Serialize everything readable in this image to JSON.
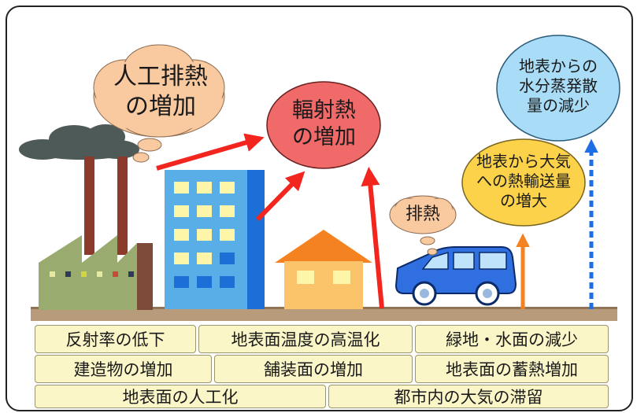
{
  "bubbles": {
    "artificial_heat": {
      "line1": "人工排熱",
      "line2": "の増加",
      "color": "#f9c9a0"
    },
    "radiant_heat": {
      "line1": "輻射熱",
      "line2": "の増加",
      "color": "#f06a6a"
    },
    "exhaust": {
      "text": "排熱",
      "color": "#f9c9a0"
    },
    "heat_transport": {
      "line1": "地表から大気",
      "line2": "への熱輸送量",
      "line3": "の増大",
      "color": "#fbd24a"
    },
    "evaporation": {
      "line1": "地表からの",
      "line2": "水分蒸発散",
      "line3": "量の減少",
      "color": "#a9dcf6"
    }
  },
  "labels": {
    "row1": [
      "反射率の低下",
      "地表面温度の高温化",
      "緑地・水面の減少"
    ],
    "row2": [
      "建造物の増加",
      "舗装面の増加",
      "地表面の蓄熱増加"
    ],
    "row3": [
      "地表面の人工化",
      "都市内の大気の滞留"
    ]
  },
  "colors": {
    "arrow_red": "#f2251f",
    "arrow_orange": "#f58220",
    "arrow_blue": "#1e6fe6",
    "ground": "#b79b7a",
    "label_fill": "#fbf6c8"
  }
}
